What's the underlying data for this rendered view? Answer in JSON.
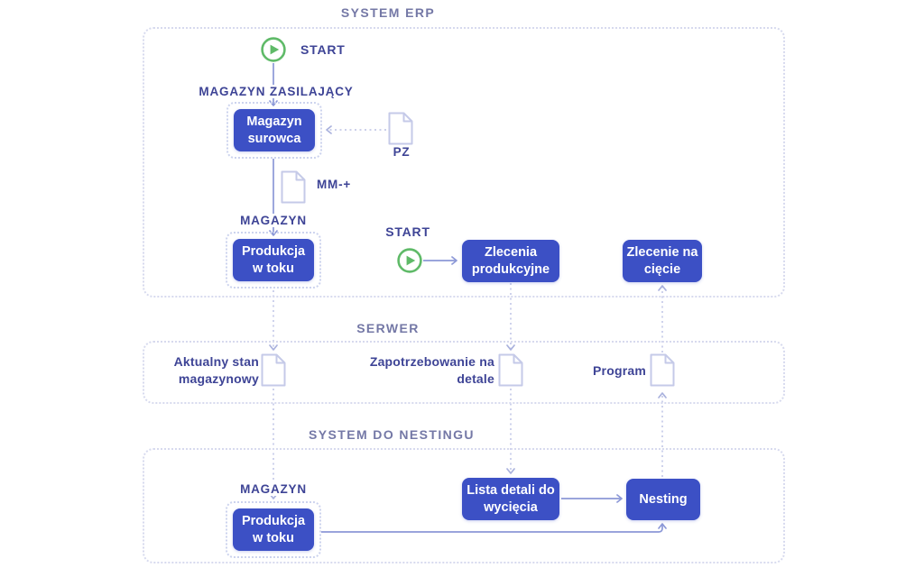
{
  "diagram": {
    "colors": {
      "node_blue": "#3c50c5",
      "label_indigo": "#3e4496",
      "section_title_gray": "#7478a6",
      "play_green": "#5fba68",
      "connector_solid": "#8c98d7",
      "connector_dashed": "#c5cae8"
    },
    "sections": {
      "erp": {
        "title": "SYSTEM ERP",
        "start1_label": "START",
        "feeding_warehouse_label": "MAGAZYN ZASILAJĄCY",
        "magazyn_surowca_box": "Magazyn surowca",
        "pz_doc_label": "PZ",
        "mm_doc_label": "MM-+",
        "magazyn_label": "MAGAZYN",
        "produkcja_w_toku_box": "Produkcja w toku",
        "start2_label": "START",
        "zlecenia_produkcyjne_box": "Zlecenia produkcyjne",
        "zlecenie_na_ciecie_box": "Zlecenie na cięcie"
      },
      "serwer": {
        "title": "SERWER",
        "stock_doc_label": "Aktualny stan magazynowy",
        "demand_doc_label": "Zapotrzebowanie na detale",
        "program_doc_label": "Program"
      },
      "nesting": {
        "title": "SYSTEM DO NESTINGU",
        "magazyn_label": "MAGAZYN",
        "produkcja_w_toku_box": "Produkcja w toku",
        "lista_detali_box": "Lista detali do wycięcia",
        "nesting_box": "Nesting"
      }
    }
  }
}
